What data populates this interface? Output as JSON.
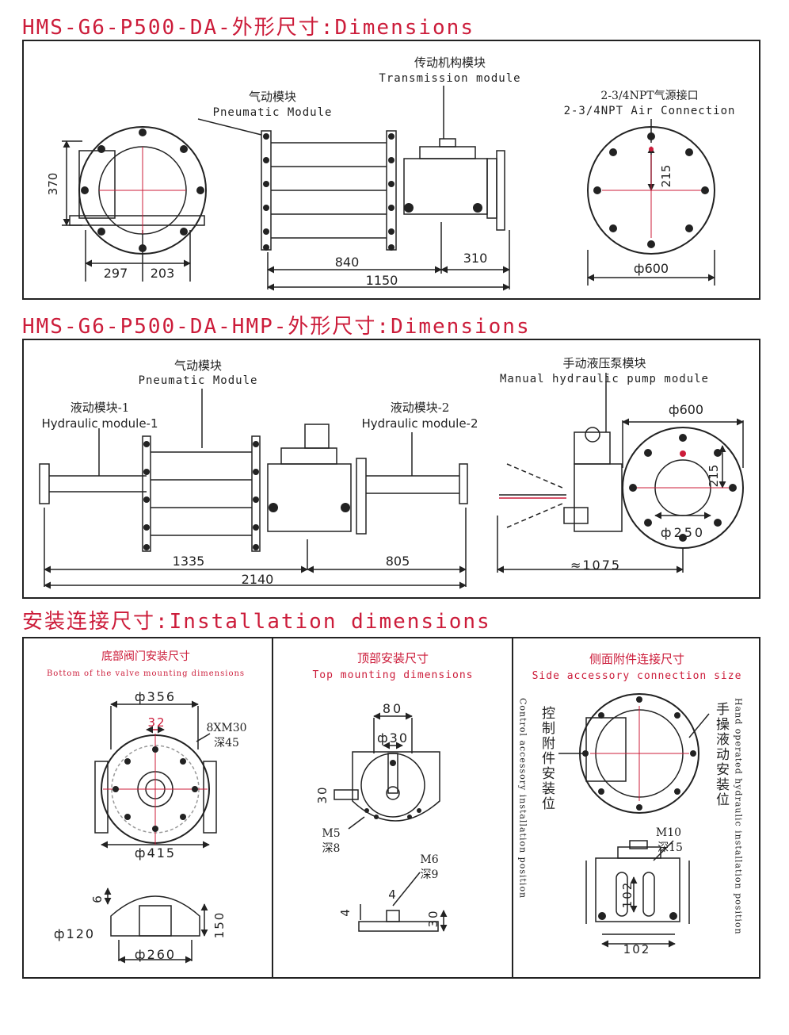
{
  "headings": {
    "h1": "HMS-G6-P500-DA-外形尺寸:Dimensions",
    "h2": "HMS-G6-P500-DA-HMP-外形尺寸:Dimensions",
    "h3": "安装连接尺寸:Installation dimensions"
  },
  "colors": {
    "accent": "#cc1c3a",
    "line": "#222222",
    "panel_border": "#222222"
  },
  "panel1": {
    "transmission_cn": "传动机构模块",
    "transmission_en": "Transmission module",
    "pneumatic_cn": "气动模块",
    "pneumatic_en": "Pneumatic Module",
    "air_cn": "2-3/4NPT气源接口",
    "air_en": "2-3/4NPT Air Connection",
    "dim_370": "370",
    "dim_297": "297",
    "dim_203": "203",
    "dim_840": "840",
    "dim_310": "310",
    "dim_1150": "1150",
    "dim_215": "215",
    "dim_600": "ф600"
  },
  "panel2": {
    "pneumatic_cn": "气动模块",
    "pneumatic_en": "Pneumatic Module",
    "hyd1_cn": "液动模块-1",
    "hyd1_en": "Hydraulic module-1",
    "hyd2_cn": "液动模块-2",
    "hyd2_en": "Hydraulic module-2",
    "pump_cn": "手动液压泵模块",
    "pump_en": "Manual hydraulic pump module",
    "dim_1335": "1335",
    "dim_805": "805",
    "dim_2140": "2140",
    "dim_600": "ф600",
    "dim_215": "215",
    "dim_250": "ф250",
    "dim_1075": "≈1075"
  },
  "panel3": {
    "bottom_cn": "底部阀门安装尺寸",
    "bottom_en": "Bottom of the valve mounting dimensions",
    "dim_356": "ф356",
    "dim_32": "32",
    "bolt": "8XM30",
    "bolt_depth": "深45",
    "dim_415": "ф415",
    "dim_6": "6",
    "dim_120": "ф120",
    "dim_150": "150",
    "dim_260": "ф260",
    "top_cn": "顶部安装尺寸",
    "top_en": "Top mounting dimensions",
    "dim_80": "80",
    "dim_30": "ф30",
    "dim_30v": "30",
    "m5": "M5",
    "m5_depth": "深8",
    "m6": "M6",
    "m6_depth": "深9",
    "dim_4a": "4",
    "dim_4b": "4",
    "dim_30b": "30",
    "side_cn": "侧面附件连接尺寸",
    "side_en": "Side accessory connection size",
    "ctrl_cn": "控制附件安装位",
    "ctrl_en": "Control accessory installation position",
    "hand_cn": "手操液动安装位",
    "hand_en": "Hand operated hydraulic installation position",
    "m10": "M10",
    "m10_depth": "深15",
    "dim_102v": "102",
    "dim_102h": "102"
  }
}
